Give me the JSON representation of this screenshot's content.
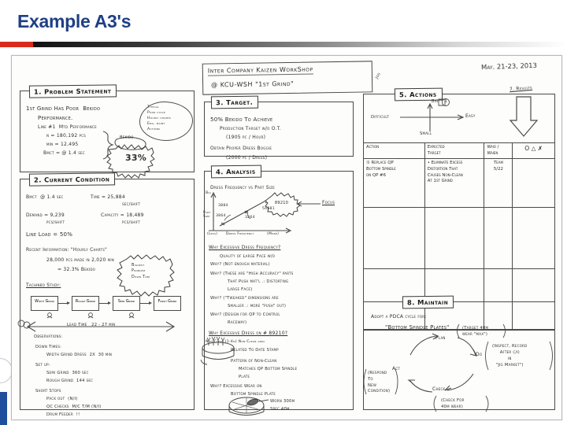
{
  "slide": {
    "title": "Example A3's",
    "accent_red": "#D92B1C",
    "accent_blue": "#1F3F85"
  },
  "sheet": {
    "banner": {
      "line1": "Inter Company Kaizen WorkShop",
      "line2": "@ KCU-WSH  \"1st Grind\""
    },
    "date": "May. 21-23, 2013",
    "side_note": "Jos"
  },
  "s1": {
    "header": "1. Problem Statement",
    "b1": "1st Grind Has Poor  Bekido",
    "b1b": "Performance.",
    "l1": "Line #1  Mtd Performance",
    "l2": "n = 180,192 pcs",
    "l3": "min = 12,495",
    "l4": "Bmct = @ 1.4 sec",
    "brace_label": "Bekido",
    "burst_value": "33%",
    "cloud": "Typical\nPoor cycle\nHourly charts\nEng. maint\nActions"
  },
  "s2": {
    "header": "2. Current Condition",
    "r1a": "Bmct  @ 1.4 sec",
    "r1b": "Time = 25,884",
    "r1b2": "sec/shift",
    "r2a": "Demand = 9,239",
    "r2a2": "pcs/shift",
    "r2b": "Capacity = 18,489",
    "r2b2": "pcs/shift",
    "r3": "Line Load = 50%",
    "r4": "Recent Information: \"Hourly Charts\"",
    "r4b": "28,000 pcs made in 2,020 min",
    "r4c": "= 32.3% Bekido",
    "burst": "Biggest\nProblem\nDown Time",
    "r5": "Tachinbo Study:",
    "flow": [
      "Width\nGrind",
      "Rough\nGrind",
      "Semi\nGrind",
      "Finish\nGrind"
    ],
    "lead_time": "Lead Time   22 - 27 min",
    "obs_title": "Observations:",
    "obs": [
      {
        "head": "Down Times:",
        "items": [
          "Width Grind Dress  2X  30 min"
        ]
      },
      {
        "head": "Set up:",
        "items": [
          "Semi Grind  360 sec",
          "Rough Grind  144 sec"
        ]
      },
      {
        "head": "Short Stops",
        "items": [
          "Pack out  (N/I)",
          "QC Checks  M/C T/M (N/I)",
          "Drum Feeder  !!"
        ]
      }
    ]
  },
  "s3": {
    "header": "3. Target.",
    "b1": "50% Bekido To Achieve",
    "b1b": "Production Target w/o O.T.",
    "b1c": "(1905 pc / Hour)",
    "b2": "Obtain Proper Dress Boggie",
    "b2b": "(2000 pc / Dress)"
  },
  "s4": {
    "header": "4. Analysis",
    "chart_title": "Dress Frequency vs Part Size",
    "y_top": "Big",
    "y_label": "Part Size",
    "y_bottom": "Small",
    "x_left": "(Less)",
    "x_label": "Dress Frequency",
    "x_right": "(More)",
    "pt1": "3864",
    "pt2": "3884",
    "pt3": "3264",
    "pt4": "54681",
    "focus_burst": "89210",
    "focus_label": "Focus",
    "q1": "Why Excessive Dress Frequency?",
    "q1a": "Quality of Large Face w/o",
    "q1b": "Why? (Not enough material)",
    "q1c": "Why? (These are \"High Accuracy\" parts",
    "q1c2": "That Push mat'l .: Distorting",
    "q1c3": "Large Face)",
    "q1d": "Why? (\"Tweaked\" dimensions are",
    "q1d2": "Smaller .: more \"push\" out)",
    "q1e": "Why? (Design for QP to Control",
    "q1e2": "Raceway)",
    "q2": "Why Excessive Dress on # 89210?",
    "q2a": "Non-Clean (1-4µ) Non-Clean area",
    "q2a2": "Related To Date Stamp",
    "q2b": "Pattern of Non-Clean",
    "q2b2": "Matches QP Bottom Spindle",
    "q2b3": "Plate",
    "q2c": "Why? Excessive Wear on",
    "q2c2": "Bottom Spindle Plate",
    "q2d": "Worn 300µ",
    "q2e": "Spec 40µ"
  },
  "s5": {
    "header": "5. Actions",
    "matrix": {
      "left": "Difficult",
      "right": "Easy",
      "top": "Big",
      "top_mark": "1",
      "bottom": "Small"
    },
    "columns": [
      "Action",
      "Expected\nTarget",
      "Who /\nWhen",
      "O  △  ✗"
    ],
    "rows": [
      {
        "action": "① Replace QP\nBottom Spindle\non QP #6",
        "target": "• Eliminate Excess\nDistortion That\nCauses Non-Clean\nAt 1st Grind",
        "who": "Team\n5/22",
        "status": ""
      },
      {
        "action": "",
        "target": "",
        "who": "",
        "status": ""
      },
      {
        "action": "",
        "target": "",
        "who": "",
        "status": ""
      }
    ]
  },
  "s7": {
    "header": "7. Results"
  },
  "s8": {
    "header": "8. Maintain",
    "l1": "Adopt a PDCA cycle for:",
    "l2": "\"Bottom Spindle Plates\"",
    "plan": "Plan",
    "plan_note": "(Target 40µ\nwear \"max\")",
    "do": "Do",
    "do_note": "(Inspect, Record\nAfter c/o\nin\n\"Jig Market\")",
    "check": "Check",
    "check_note": "(Check For\n40µ wear)",
    "act": "Act",
    "act_note": "(Respond\nTo\nNew\nCondition)"
  }
}
